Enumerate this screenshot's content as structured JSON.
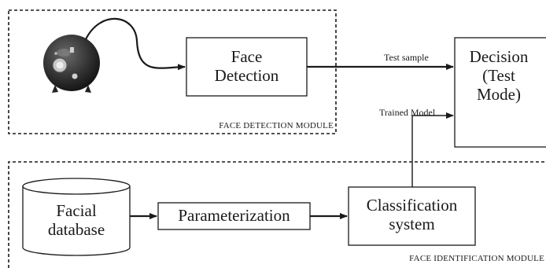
{
  "diagram": {
    "nodes": {
      "face_detection": "Face\nDetection",
      "decision": "Decision\n(Test\nMode)",
      "facial_database": "Facial\ndatabase",
      "parameterization": "Parameterization",
      "classification": "Classification\nsystem"
    },
    "edges": {
      "test_sample": "Test sample",
      "trained_model": "Trained Model"
    },
    "modules": {
      "detection": "FACE DETECTION MODULE",
      "identification": "FACE IDENTIFICATION MODULE"
    },
    "icons": {
      "camera": "webcam-sphere-icon"
    }
  }
}
